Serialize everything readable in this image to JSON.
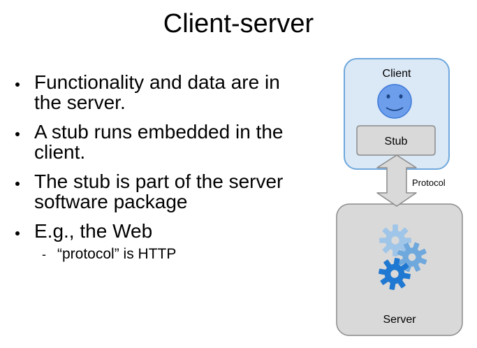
{
  "slide": {
    "title": "Client-server",
    "bullets": [
      "Functionality and data are in the server.",
      "A stub runs embedded in the client.",
      "The stub is part of the server software package",
      "E.g., the Web"
    ],
    "sub_bullets": [
      "“protocol” is HTTP"
    ]
  },
  "diagram": {
    "client_label": "Client",
    "stub_label": "Stub",
    "protocol_label": "Protocol",
    "server_label": "Server",
    "icons": [
      "smiley-face-icon",
      "gears-icon"
    ],
    "colors": {
      "client_fill": "#dbe8f6",
      "client_stroke": "#6fa8dc",
      "face_fill": "#6d9eeb",
      "face_stroke": "#3c78d8",
      "box_fill": "#d9d9d9",
      "box_stroke": "#8a8a8a",
      "gear_light": "#9fc5e8",
      "gear_mid": "#6fa8dc",
      "gear_dark": "#1f78d1"
    }
  }
}
